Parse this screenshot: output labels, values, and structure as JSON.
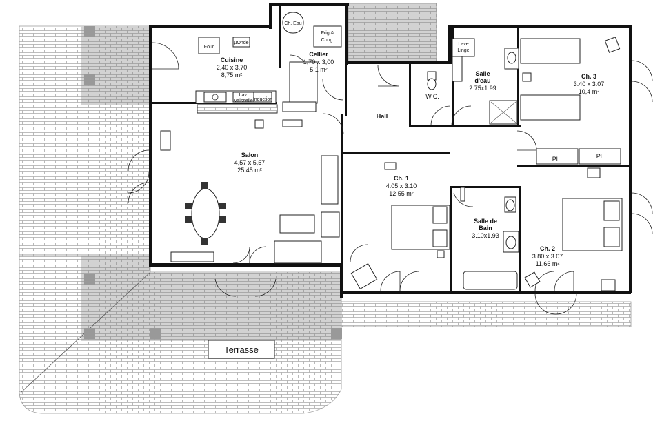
{
  "rooms": {
    "cuisine": {
      "name": "Cuisine",
      "dims": "2,40 x 3,70",
      "area": "8,75 m²"
    },
    "cellier": {
      "name": "Cellier",
      "dims": "1,70 x 3,00",
      "area": "5,1 m²"
    },
    "salon": {
      "name": "Salon",
      "dims": "4,57 x 5,57",
      "area": "25,45 m²"
    },
    "hall": {
      "name": "Hall"
    },
    "salle_eau": {
      "name_line1": "Salle",
      "name_line2": "d'eau",
      "dims": "2.75x1.99"
    },
    "wc": {
      "name": "W.C."
    },
    "ch1": {
      "name": "Ch. 1",
      "dims": "4.05 x 3.10",
      "area": "12,55 m²"
    },
    "ch2": {
      "name": "Ch. 2",
      "dims": "3.80 x 3.07",
      "area": "11,66 m²"
    },
    "ch3": {
      "name": "Ch. 3",
      "dims": "3.40 x 3.07",
      "area": "10,4 m²"
    },
    "salle_bain": {
      "name_line1": "Salle de",
      "name_line2": "Bain",
      "dims": "3.10x1.93"
    },
    "terrasse": {
      "name": "Terrasse"
    }
  },
  "fixtures": {
    "four": "Four",
    "micro_ondes": "µOnde",
    "lave_vaisselle_1": "Lav.",
    "lave_vaisselle_2": "Vaisselle",
    "induction": "Induction",
    "chauffe_eau": "Ch. Eau",
    "frigo_1": "Frig.&",
    "frigo_2": "Cong.",
    "lave_linge_1": "Lave",
    "lave_linge_2": "Linge",
    "placard_1": "Pl.",
    "placard_2": "Pl."
  },
  "colors": {
    "wall": "#111111",
    "tile": "#b8b8b8",
    "tile_shaded": "#d0d0d0",
    "line": "#222222"
  }
}
